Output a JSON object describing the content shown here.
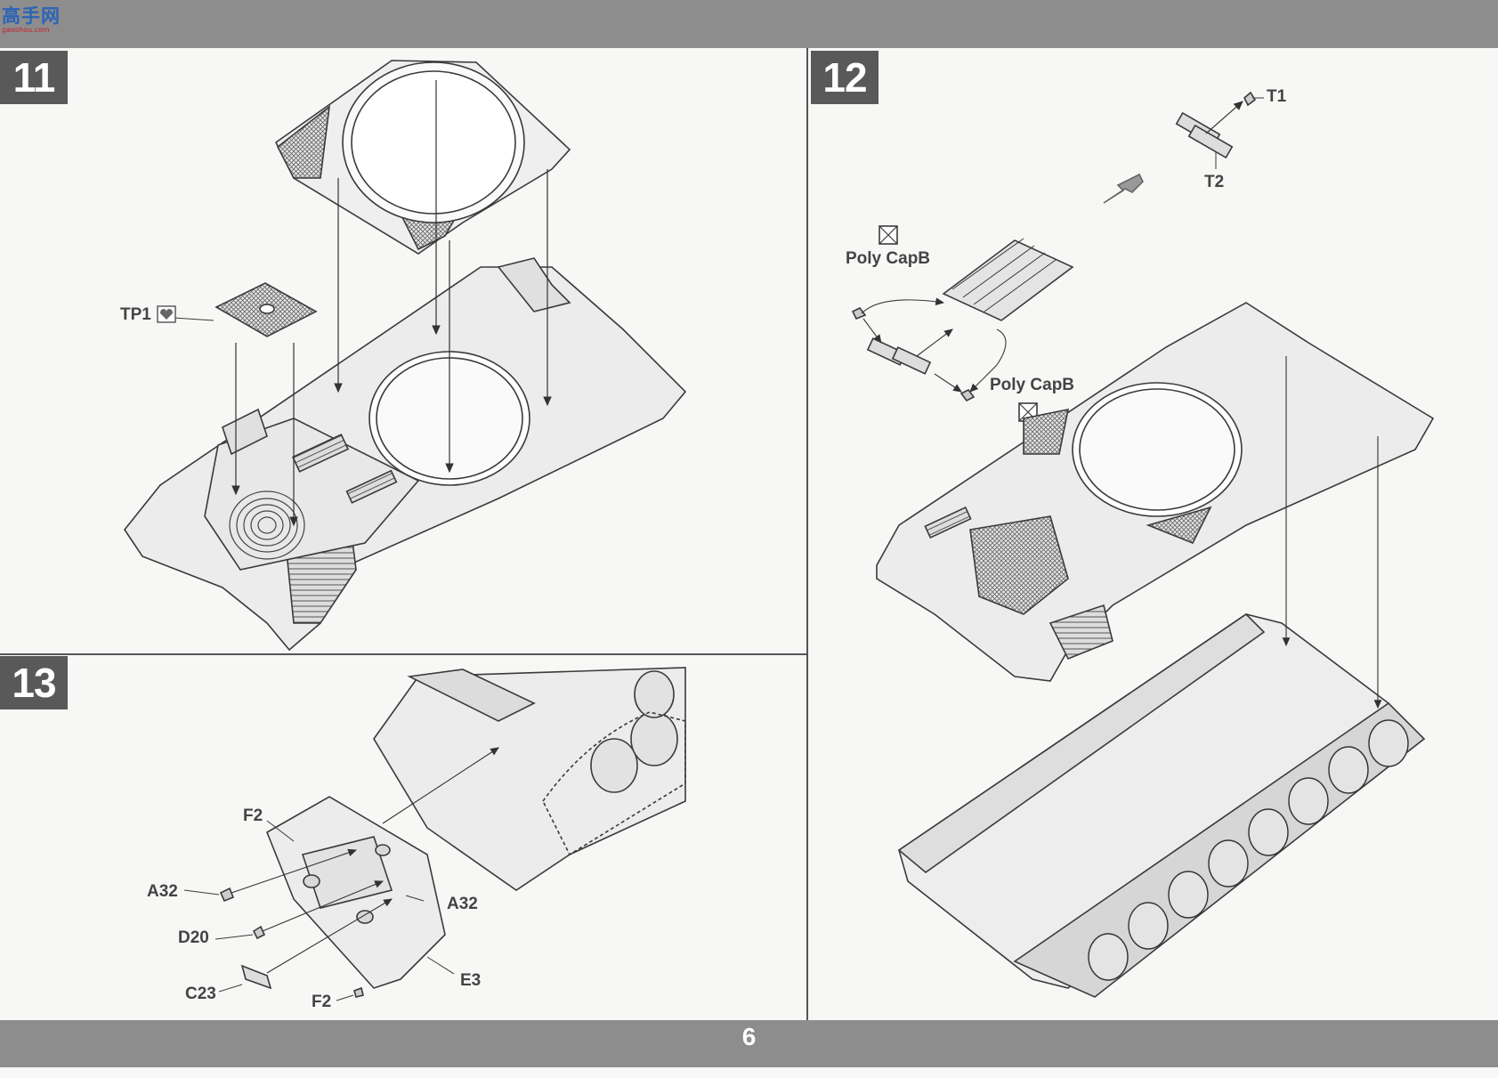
{
  "header": {
    "logo_text": "高手网",
    "logo_url": "gaoshou.com"
  },
  "page": {
    "number": "6"
  },
  "steps": [
    {
      "number": "11"
    },
    {
      "number": "12"
    },
    {
      "number": "13"
    }
  ],
  "step11": {
    "part_tp1": "TP1"
  },
  "step12": {
    "part_t1": "T1",
    "part_t2": "T2",
    "poly_cap_top": "Poly CapB",
    "poly_cap_bottom": "Poly CapB"
  },
  "step13": {
    "part_f2_top": "F2",
    "part_a32_left": "A32",
    "part_a32_right": "A32",
    "part_d20": "D20",
    "part_c23": "C23",
    "part_f2_bottom": "F2",
    "part_e3": "E3"
  },
  "colors": {
    "bars": "#8d8d8d",
    "step_box": "#595959",
    "paper": "#f7f7f6",
    "line": "#3a3a3a"
  }
}
